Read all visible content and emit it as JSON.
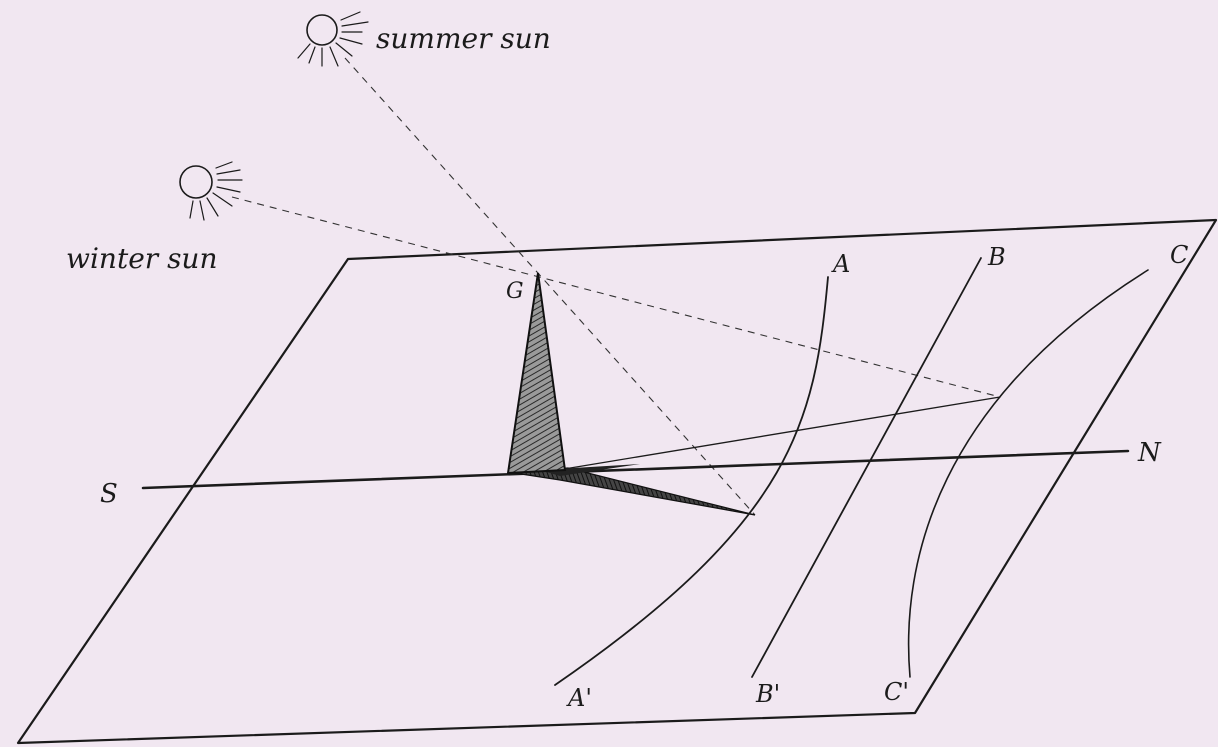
{
  "labels": {
    "summer_sun": "summer sun",
    "winter_sun": "winter sun",
    "gnomon_tip": "G",
    "south": "S",
    "north": "N",
    "curve_a": "A",
    "curve_a_end": "A'",
    "curve_b": "B",
    "curve_b_end": "B'",
    "curve_c": "C",
    "curve_c_end": "C'"
  },
  "icons": {
    "summer_sun": "sun-icon",
    "winter_sun": "sun-icon"
  },
  "colors": {
    "background": "#f1e7f1",
    "ink": "#1b1b1b",
    "gnomon_fill": "#7a7a7a"
  }
}
